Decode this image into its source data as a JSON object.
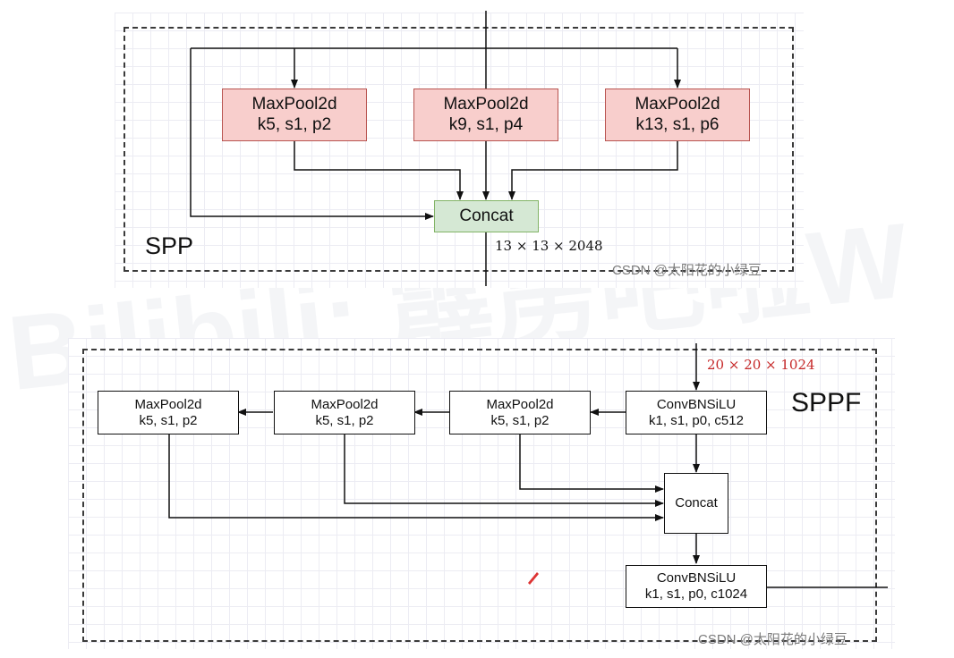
{
  "spp": {
    "title": "SPP",
    "pools": [
      {
        "name": "MaxPool2d",
        "params": "k5, s1, p2"
      },
      {
        "name": "MaxPool2d",
        "params": "k9, s1, p4"
      },
      {
        "name": "MaxPool2d",
        "params": "k13, s1, p6"
      }
    ],
    "concat": "Concat",
    "output_dims": "13 × 13 × 2048"
  },
  "sppf": {
    "title": "SPPF",
    "input_dims": "20 × 20 × 1024",
    "conv_in": {
      "name": "ConvBNSiLU",
      "params": "k1, s1, p0, c512"
    },
    "pools": [
      {
        "name": "MaxPool2d",
        "params": "k5, s1, p2"
      },
      {
        "name": "MaxPool2d",
        "params": "k5, s1, p2"
      },
      {
        "name": "MaxPool2d",
        "params": "k5, s1, p2"
      }
    ],
    "concat": "Concat",
    "conv_out": {
      "name": "ConvBNSiLU",
      "params": "k1, s1, p0, c1024"
    }
  },
  "watermarks": {
    "csdn_top": "CSDN @太阳花的小绿豆",
    "csdn_bottom": "CSDN @太阳花的小绿豆",
    "bilibili": "Bilibili: 霹雳吧啦W"
  },
  "colors": {
    "pool_fill": "#f8cecc",
    "pool_border": "#b85450",
    "concat_fill": "#d5e8d4",
    "concat_border": "#82b366",
    "input_dims_color": "#c62828"
  }
}
